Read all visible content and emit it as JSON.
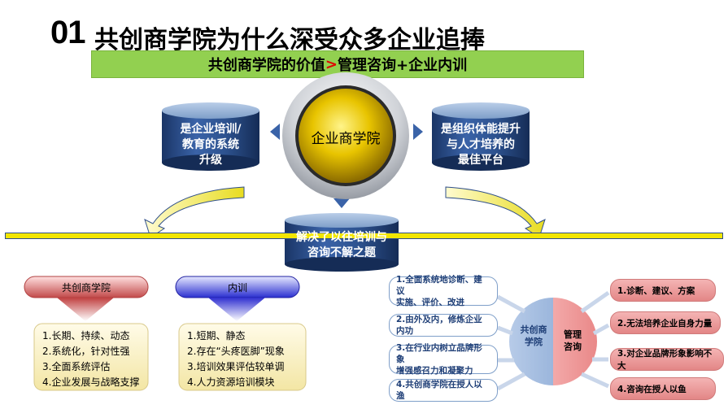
{
  "title": {
    "number": "01",
    "text": "共创商学院为什么深受众多企业追捧"
  },
  "subtitle": {
    "part1": "共创商学院的价值",
    "gt": ">",
    "part2": "管理咨询+企业内训"
  },
  "center": {
    "label": "企业商学院"
  },
  "left_cylinder": {
    "lines": [
      "是企业培训/",
      "教育的系统",
      "升级"
    ]
  },
  "right_cylinder": {
    "lines": [
      "是组织体能提升",
      "与人才培养的",
      "最佳平台"
    ]
  },
  "bottom_cylinder": {
    "lines": [
      "解决了以往培训与",
      "咨询不解之题"
    ]
  },
  "left_panel": {
    "header": "共创商学院",
    "items": [
      "1.长期、持续、动态",
      "2.系统化，针对性强",
      "3.全面系统评估",
      "4.企业发展与战略支撑"
    ]
  },
  "mid_panel": {
    "header": "内训",
    "items": [
      "1.短期、静态",
      "2.存在“头疼医脚”现象",
      "3.培训效果评估较单调",
      "4.人力资源培训模块"
    ]
  },
  "right_diagram": {
    "circle_left": "共创商学院",
    "circle_right": "管理咨询",
    "left_items": [
      [
        "1.全面系统地诊断、建议",
        "实施、评价、改进"
      ],
      [
        "2.由外及内，修炼企业内功"
      ],
      [
        "3.在行业内树立品牌形象",
        "增强感召力和凝聚力"
      ],
      [
        "4.共创商学院在授人以渔"
      ]
    ],
    "right_items": [
      "1.诊断、建议、方案",
      "2.无法培养企业自身力量",
      "3.对企业品牌形象影响不大",
      "4.咨询在授人以鱼"
    ]
  },
  "colors": {
    "accent_green": "#92d050",
    "line_yellow": "#f2e600",
    "cylinder_blue": "#1f3f77",
    "red_gt": "#e00000"
  }
}
